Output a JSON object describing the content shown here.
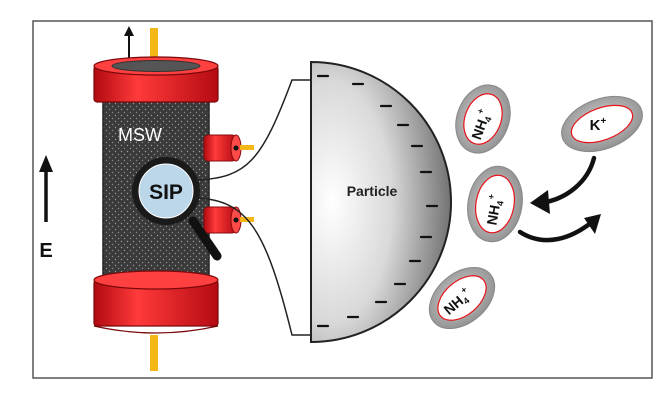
{
  "labels": {
    "column": "MSW",
    "probe": "SIP",
    "particle": "Particle",
    "field": "E",
    "ion_ammonium": "NH",
    "ion_ammonium_sub": "4",
    "ion_ammonium_sup": "+",
    "ion_potassium": "K",
    "ion_potassium_sup": "+"
  },
  "colors": {
    "frame": "#555555",
    "cap_red": "#e8141b",
    "column_body": "#3a3a3a",
    "electrode_yellow": "#f4b715",
    "probe_fill": "#bcd6ea",
    "ion_shell": "#a8a8a8",
    "ion_core": "#ffffff",
    "ion_ring": "#e8141b",
    "arrow": "#111111"
  },
  "icons": [
    "magnifier-icon",
    "field-arrow-icon",
    "exchange-arrow-icon"
  ]
}
